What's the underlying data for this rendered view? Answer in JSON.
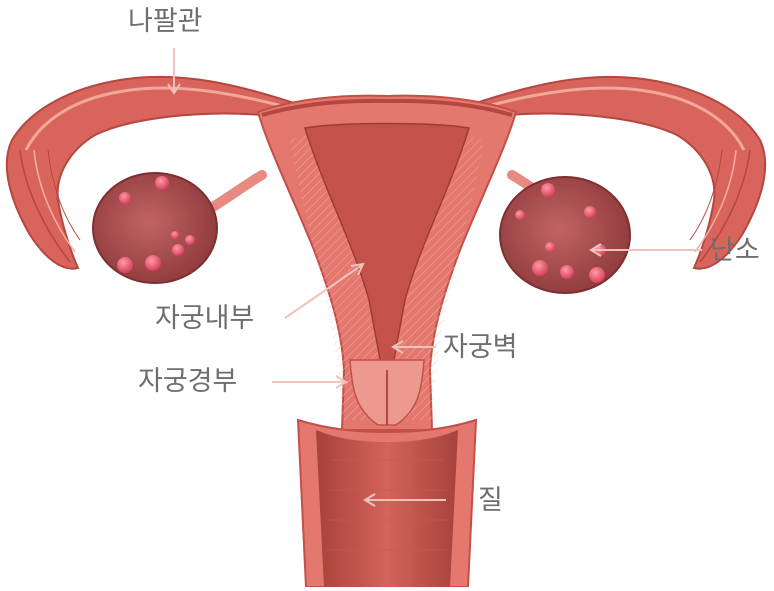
{
  "labels": {
    "fallopian_tube": "나팔관",
    "ovary": "난소",
    "uterine_cavity": "자궁내부",
    "uterine_wall": "자궁벽",
    "cervix": "자궁경부",
    "vagina": "질"
  },
  "colors": {
    "background": "#ffffff",
    "tissue": "#e2766c",
    "tissue_dark": "#b9453f",
    "tissue_light": "#f2a79d",
    "ovary": "#a8494a",
    "follicle": "#dc4a61",
    "label_text": "#6e6e6e",
    "leader_line": "#f0c2bc"
  }
}
